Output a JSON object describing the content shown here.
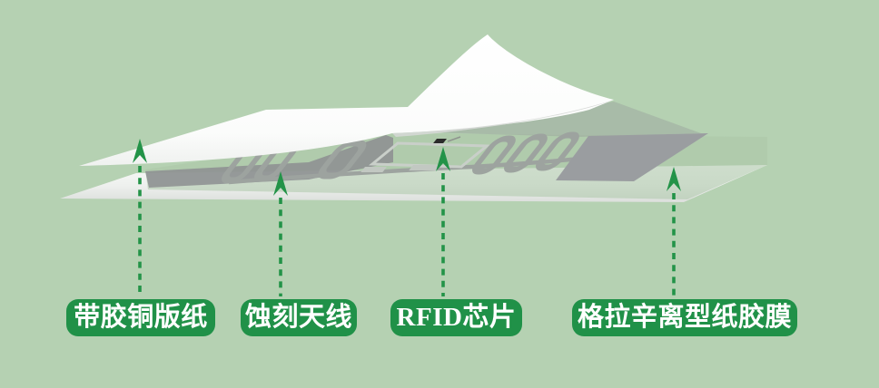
{
  "scene": {
    "description": "RFID label exploded structure diagram",
    "colors": {
      "background": "#b5d1b2",
      "label_background": "#209148",
      "label_text": "#ffffff",
      "arrow_green": "#239348",
      "paper_white": "#fbfcfb",
      "liner_gray": "#e9ebe9",
      "antenna_trace": "#9da39f",
      "shadow_gray": "#8d9092",
      "chip_black": "#2b2b2b"
    },
    "callouts": [
      {
        "id": "coated-paper",
        "text": "带胶铜版纸"
      },
      {
        "id": "etched-antenna",
        "text": "蚀刻天线"
      },
      {
        "id": "rfid-chip",
        "text": "RFID芯片"
      },
      {
        "id": "release-liner",
        "text": "格拉辛离型纸胶膜"
      }
    ]
  }
}
